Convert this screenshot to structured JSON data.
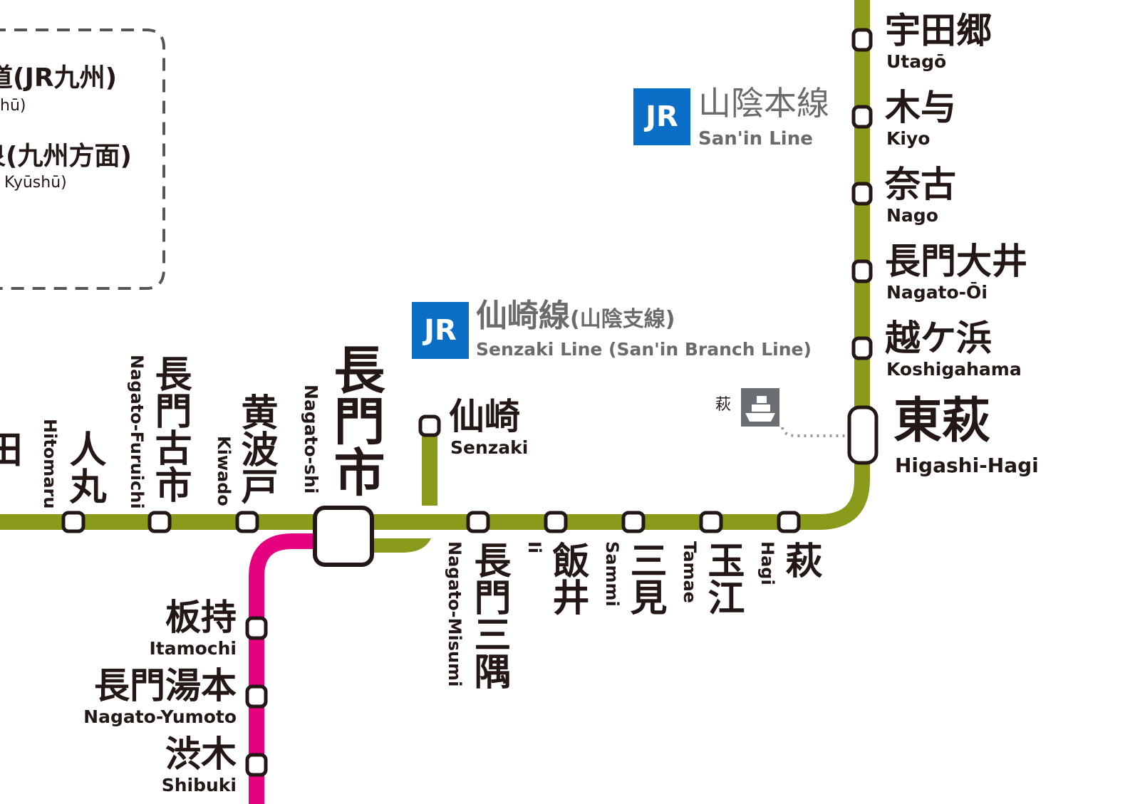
{
  "legend": {
    "row1_jp": "道(JR九州)",
    "row1_en": "hū)",
    "row2_jp": "泉(九州方面)",
    "row2_en": "Kyūshū)"
  },
  "lines": {
    "sanin": {
      "badge": "JR",
      "name_jp": "山陰本線",
      "name_en": "San'in Line",
      "color": "#8a9a1b"
    },
    "senzaki": {
      "badge": "JR",
      "name_jp": "仙崎線",
      "name_jp_sub": "(山陰支線)",
      "name_en": "Senzaki Line (San'in Branch Line)"
    },
    "mine": {
      "color": "#e4007f"
    }
  },
  "stations": {
    "utago": {
      "jp": "宇田郷",
      "en": "Utagō"
    },
    "kiyo": {
      "jp": "木与",
      "en": "Kiyo"
    },
    "nago": {
      "jp": "奈古",
      "en": "Nago"
    },
    "nagato_oi": {
      "jp": "長門大井",
      "en": "Nagato-Ōi"
    },
    "koshigahama": {
      "jp": "越ケ浜",
      "en": "Koshigahama"
    },
    "higashi_hagi": {
      "jp": "東萩",
      "en": "Higashi-Hagi"
    },
    "senzaki": {
      "jp": "仙崎",
      "en": "Senzaki"
    },
    "nagatoshi": {
      "jp": "長門市",
      "en": "Nagato-shi"
    },
    "kiwado": {
      "jp": "黄波戸",
      "en": "Kiwado"
    },
    "nagato_furuichi": {
      "jp": "長門古市",
      "en": "Nagato-Furuichi"
    },
    "hitomaru": {
      "jp": "人丸",
      "en": "Hitomaru"
    },
    "partial_left": {
      "jp": "田"
    },
    "nagato_misumi": {
      "jp": "長門三隅",
      "en": "Nagato-Misumi"
    },
    "ii": {
      "jp": "飯井",
      "en": "Ii"
    },
    "sammi": {
      "jp": "三見",
      "en": "Sammi"
    },
    "tamae": {
      "jp": "玉江",
      "en": "Tamae"
    },
    "hagi": {
      "jp": "萩",
      "en": "Hagi"
    },
    "itamochi": {
      "jp": "板持",
      "en": "Itamochi"
    },
    "nagato_yumoto": {
      "jp": "長門湯本",
      "en": "Nagato-Yumoto"
    },
    "shibuki": {
      "jp": "渋木",
      "en": "Shibuki"
    }
  },
  "ferry": {
    "label": "萩",
    "icon": "ferry-icon"
  }
}
